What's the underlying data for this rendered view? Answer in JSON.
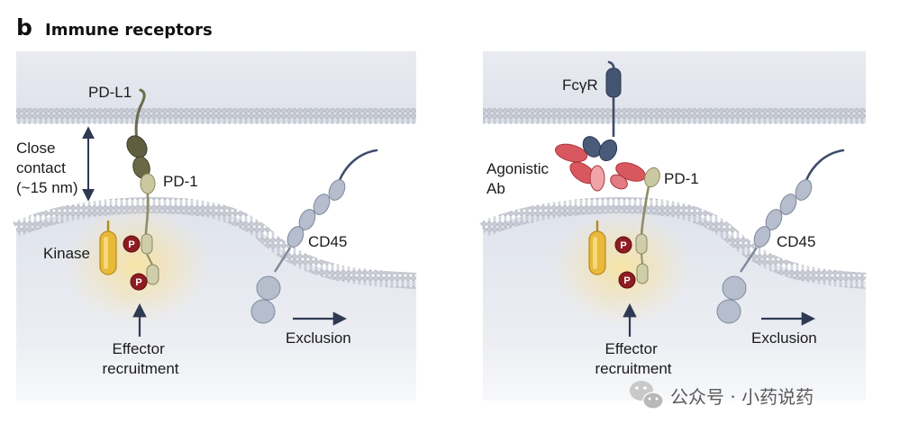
{
  "heading": {
    "letter": "b",
    "title": "Immune receptors"
  },
  "left_panel": {
    "pdl1": "PD-L1",
    "close_contact": [
      "Close",
      "contact",
      "(~15 nm)"
    ],
    "pd1": "PD-1",
    "kinase": "Kinase",
    "cd45": "CD45",
    "phospho_1": "P",
    "phospho_2": "P",
    "effector": [
      "Effector",
      "recruitment"
    ],
    "exclusion": "Exclusion"
  },
  "right_panel": {
    "fcgr": "FcγR",
    "agonistic": [
      "Agonistic",
      "Ab"
    ],
    "pd1": "PD-1",
    "cd45": "CD45",
    "phospho_1": "P",
    "phospho_2": "P",
    "effector": [
      "Effector",
      "recruitment"
    ],
    "exclusion": "Exclusion"
  },
  "watermark": {
    "text": "公众号 · 小药说药"
  },
  "colors": {
    "panel_background": "#e4e7ee",
    "membrane_head": "#c7cad3",
    "pdl1_dark": "#5b5a3c",
    "pd1_light": "#c8c79d",
    "kinase_yellow": "#e8b93a",
    "phospho_red": "#8e1c22",
    "cd45_grey": "#b4bbcb",
    "fcgr_navy": "#3e4d69",
    "antibody_red": "#d95860",
    "arrow_navy": "#2f3a52"
  }
}
